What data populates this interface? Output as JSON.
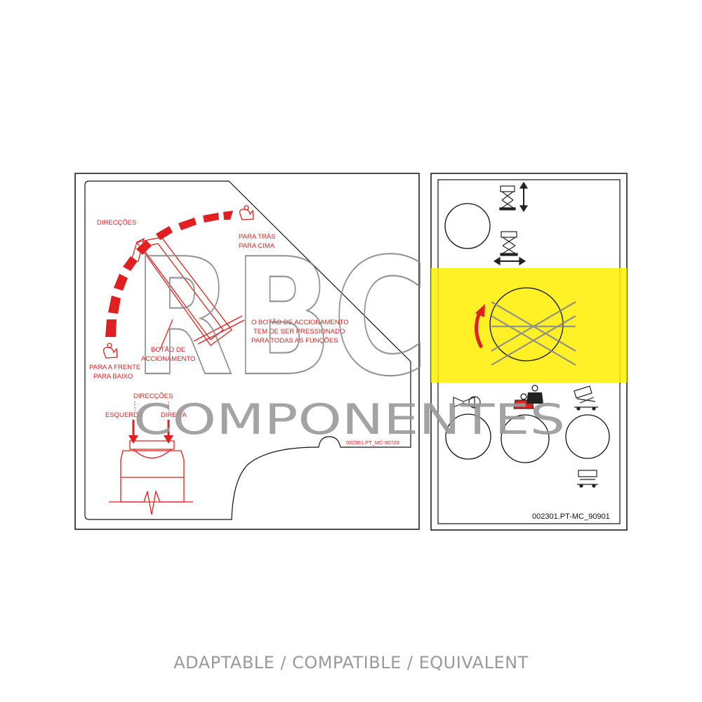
{
  "left_decal": {
    "label_directions_top": "DIRECÇÕES",
    "label_back": "PARA TRÀS",
    "label_up": "PARA CIMA",
    "label_forward": "PARA A FRENTE",
    "label_down": "PARA BAIXO",
    "label_enable_button_1": "BOTÃO DE",
    "label_enable_button_2": "ACCIONAMENTO",
    "note_line_1": "O BOTÃO DE ACCIONAMENTO",
    "note_line_2": "TEM DE SER PRESSIONADO",
    "note_line_3": "PARA TODAS AS FUNÇÕES",
    "label_directions_bottom": "DIRECÇÕES",
    "label_left": "ESQUERDA",
    "label_right": "DIREITA",
    "part_code": "002301.PT_MC-90729"
  },
  "right_decal": {
    "part_code": "002301.PT-MC_90901",
    "icons": [
      "lift-up-down-icon",
      "drive-left-right-icon",
      "horn-icon",
      "weight-overload-icon",
      "platform-tilt-icon",
      "platform-lower-icon"
    ]
  },
  "watermark": {
    "brand_letters": "RBC",
    "brand_word": "COMPONENTES",
    "highlight_color": "#ffee00"
  },
  "footer": {
    "text": "ADAPTABLE / COMPATIBLE / EQUIVALENT"
  }
}
